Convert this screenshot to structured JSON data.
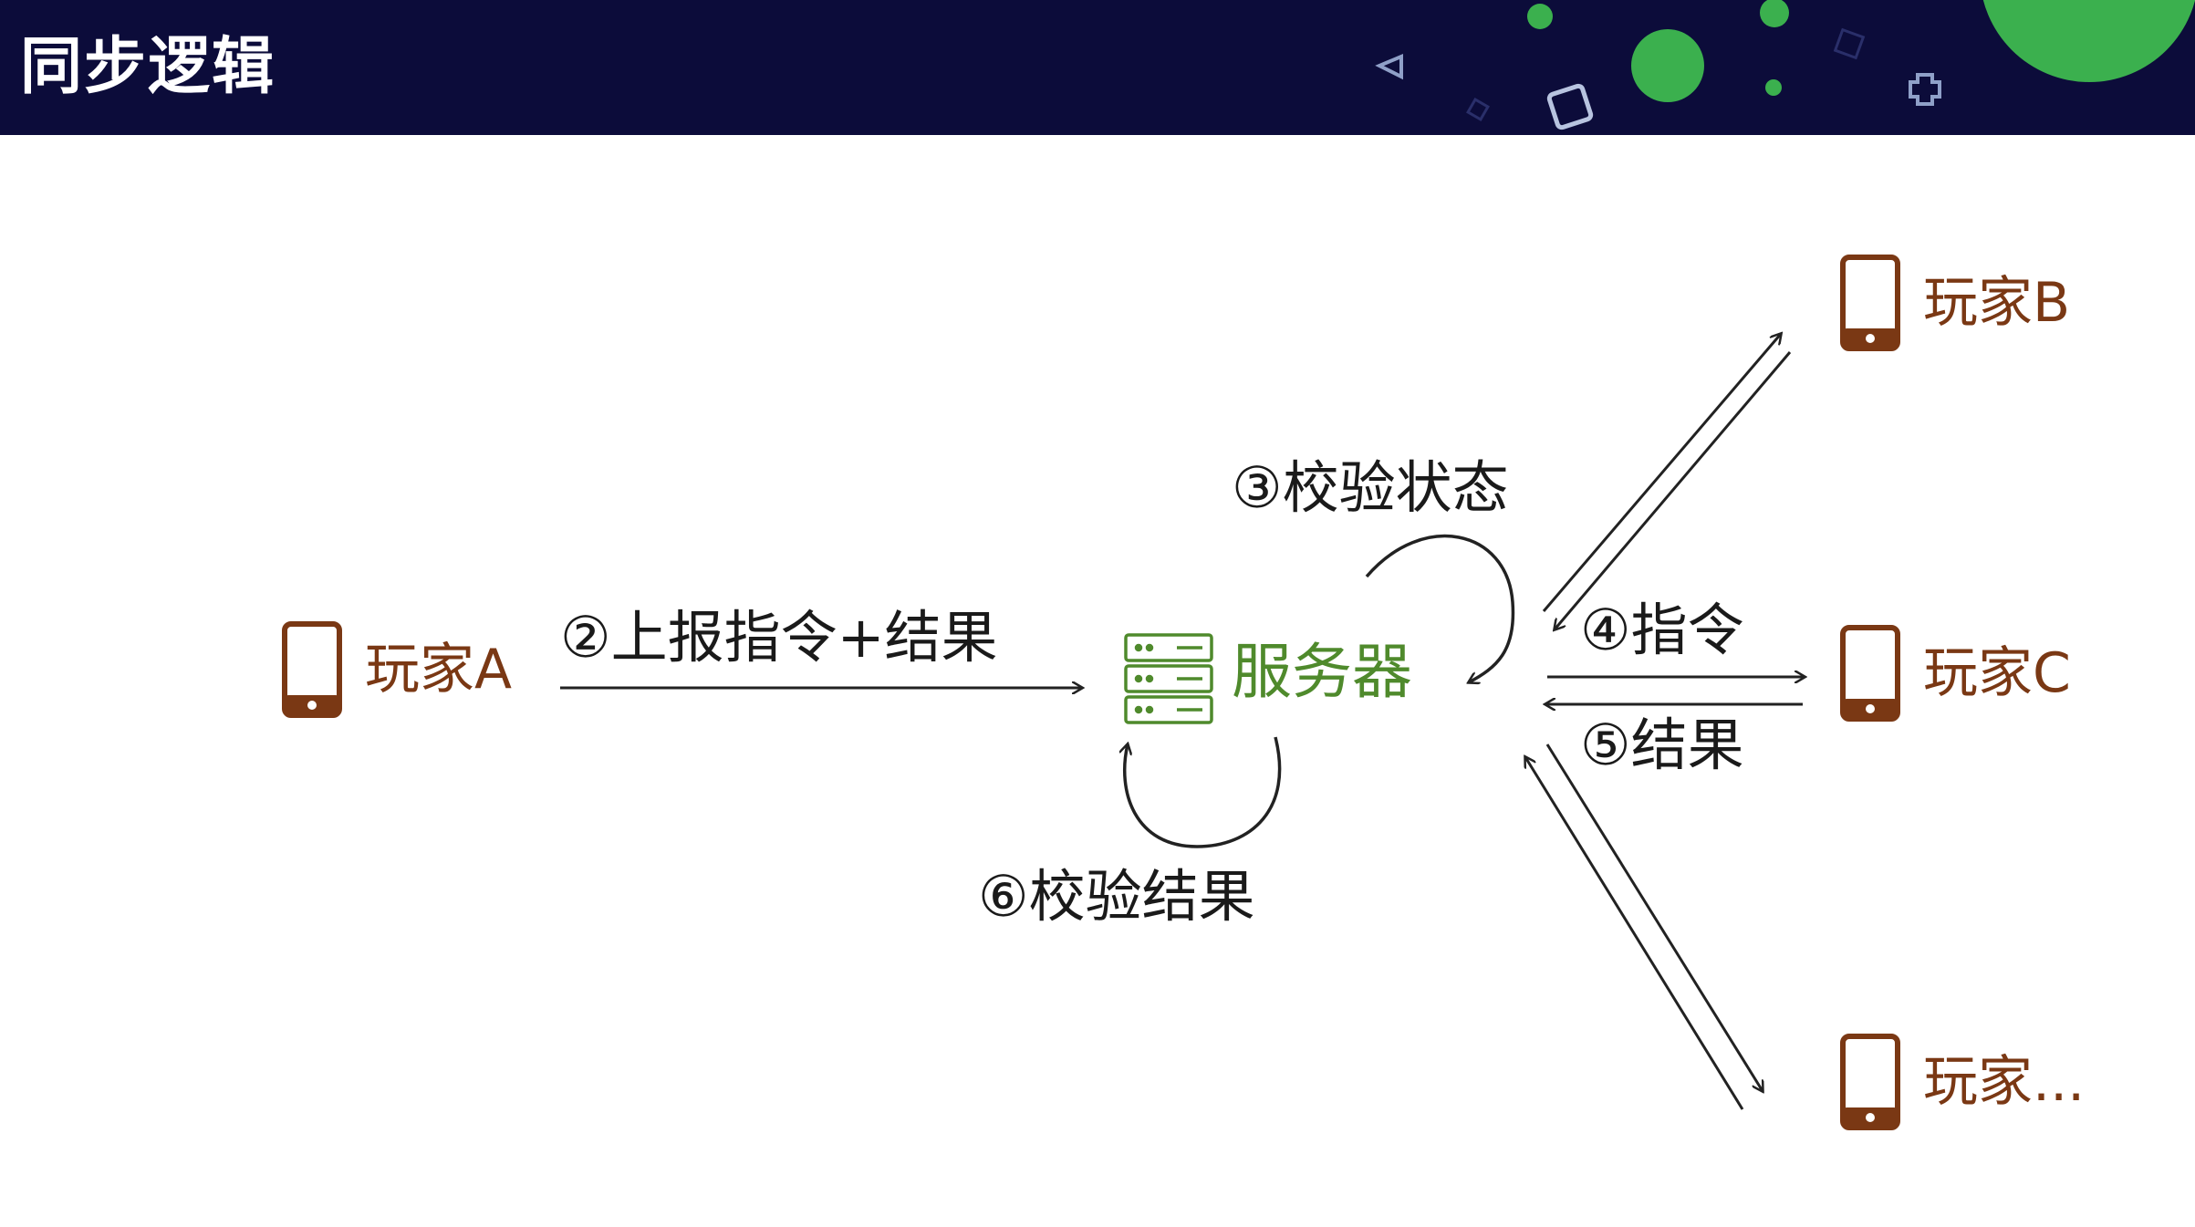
{
  "header": {
    "title": "同步逻辑"
  },
  "diagram": {
    "server": {
      "label": "服务器",
      "icon": "server-icon",
      "color": "#4f8a2c"
    },
    "players": {
      "a": {
        "label": "玩家A",
        "icon": "phone-icon"
      },
      "b": {
        "label": "玩家B",
        "icon": "phone-icon"
      },
      "c": {
        "label": "玩家C",
        "icon": "phone-icon"
      },
      "more": {
        "label": "玩家...",
        "icon": "phone-icon"
      }
    },
    "player_color": "#7a3814",
    "steps": {
      "report": "②上报指令+结果",
      "verify_state": "③校验状态",
      "command": "④指令",
      "result": "⑤结果",
      "verify_result": "⑥校验结果"
    }
  }
}
